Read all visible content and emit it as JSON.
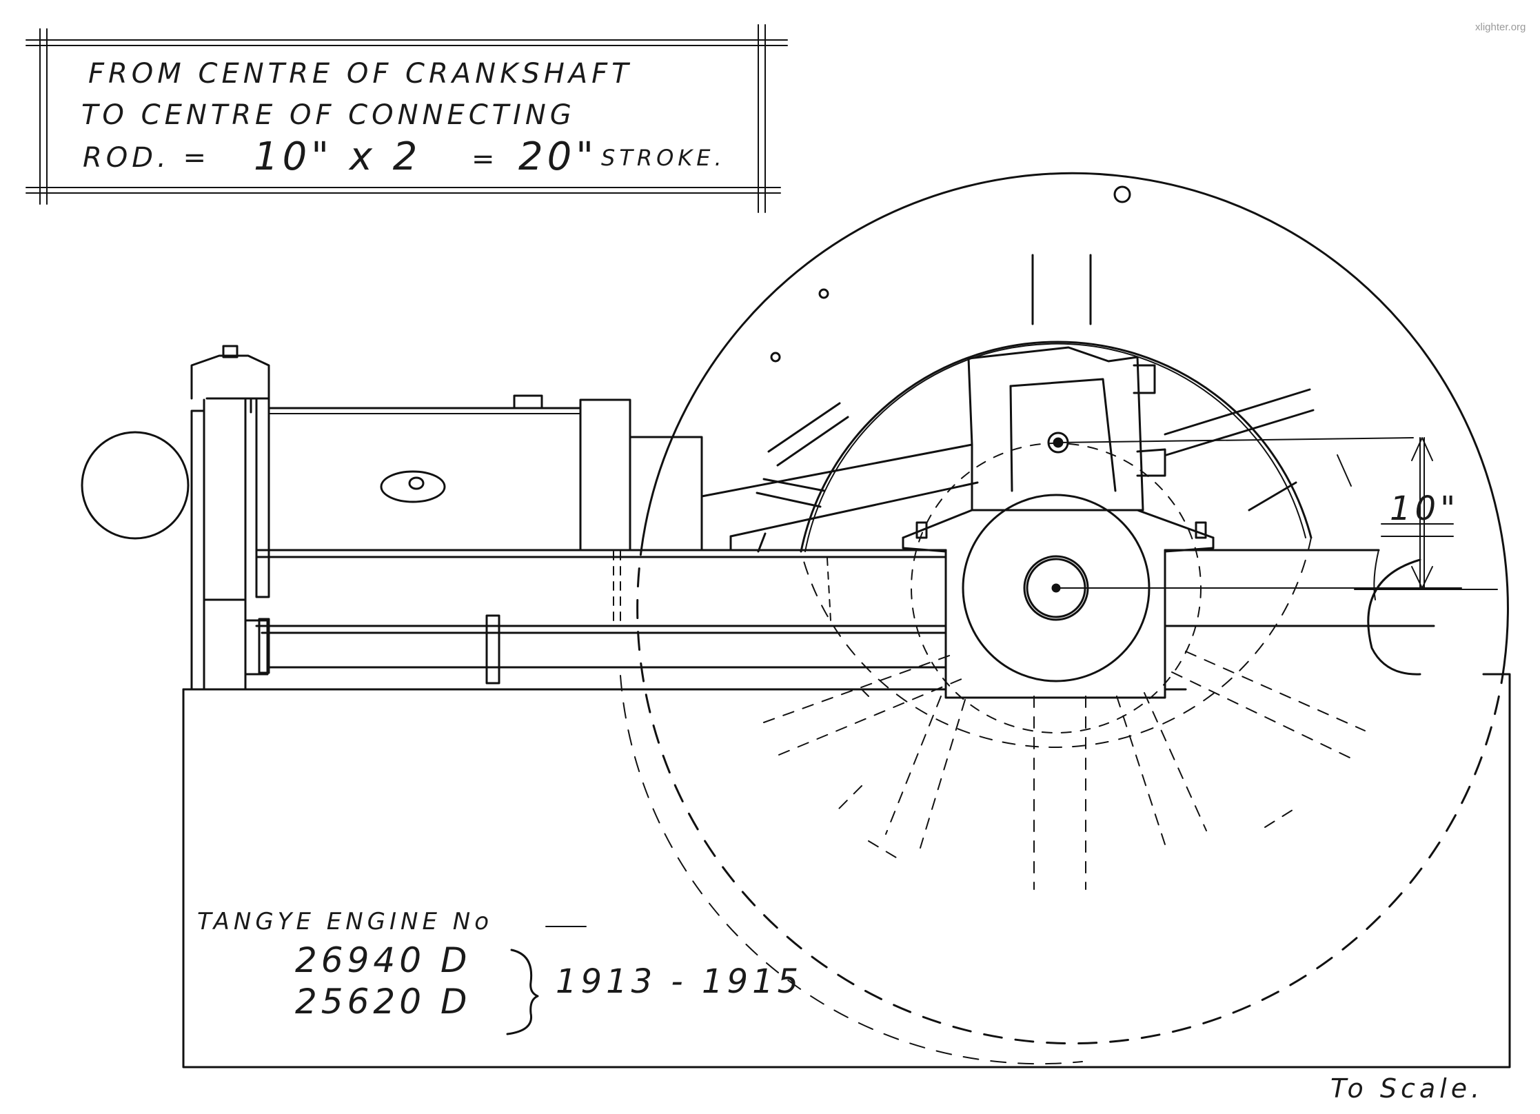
{
  "watermark": "xlighter.org",
  "note": {
    "line1": "FROM CENTRE OF CRANKSHAFT",
    "line2": "TO CENTRE OF CONNECTING",
    "line3_a": "ROD. =",
    "line3_b": "10\" x 2",
    "line3_c": "=",
    "line3_d": "20\"",
    "line3_e": "STROKE."
  },
  "dimension_label": "10\"",
  "engine": {
    "heading": "TANGYE ENGINE No",
    "number1": "26940 D",
    "number2": "25620 D",
    "years": "1913 - 1915"
  },
  "scale_note": "To Scale."
}
